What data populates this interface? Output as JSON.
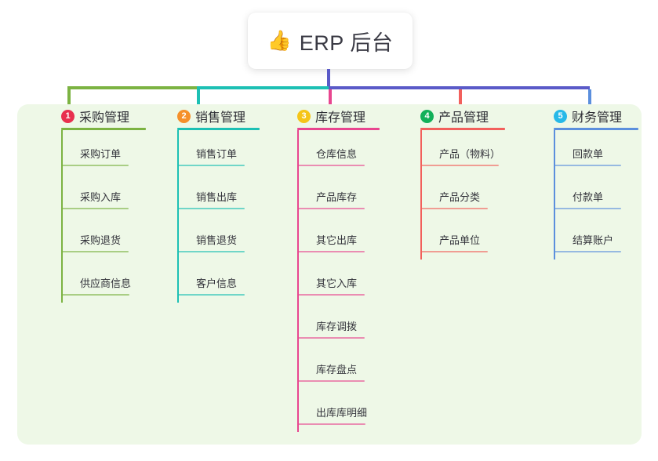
{
  "title": {
    "icon": "thumbs-up-icon",
    "icon_glyph": "👍",
    "text": "ERP 后台"
  },
  "colors": {
    "panel_background": "#eef8e7",
    "page_background": "#ffffff",
    "trunk": "#5a5ac8",
    "col1": "#7cb342",
    "col2": "#1dc0b4",
    "col3": "#e8468f",
    "col4": "#f2605c",
    "col5": "#5b8fdd",
    "badge1": "#e8304f",
    "badge2": "#f5902a",
    "badge3": "#f5c518",
    "badge4": "#13b05a",
    "badge5": "#27b9e8"
  },
  "columns": [
    {
      "number": "1",
      "title": "采购管理",
      "accent": "#7cb342",
      "badge_color": "#e8304f",
      "items": [
        "采购订单",
        "采购入库",
        "采购退货",
        "供应商信息"
      ]
    },
    {
      "number": "2",
      "title": "销售管理",
      "accent": "#1dc0b4",
      "badge_color": "#f5902a",
      "items": [
        "销售订单",
        "销售出库",
        "销售退货",
        "客户信息"
      ]
    },
    {
      "number": "3",
      "title": "库存管理",
      "accent": "#e8468f",
      "badge_color": "#f5c518",
      "items": [
        "仓库信息",
        "产品库存",
        "其它出库",
        "其它入库",
        "库存调拨",
        "库存盘点",
        "出库库明细"
      ]
    },
    {
      "number": "4",
      "title": "产品管理",
      "accent": "#f2605c",
      "badge_color": "#13b05a",
      "items": [
        "产品（物料）",
        "产品分类",
        "产品单位"
      ]
    },
    {
      "number": "5",
      "title": "财务管理",
      "accent": "#5b8fdd",
      "badge_color": "#27b9e8",
      "items": [
        "回款单",
        "付款单",
        "结算账户"
      ]
    }
  ]
}
